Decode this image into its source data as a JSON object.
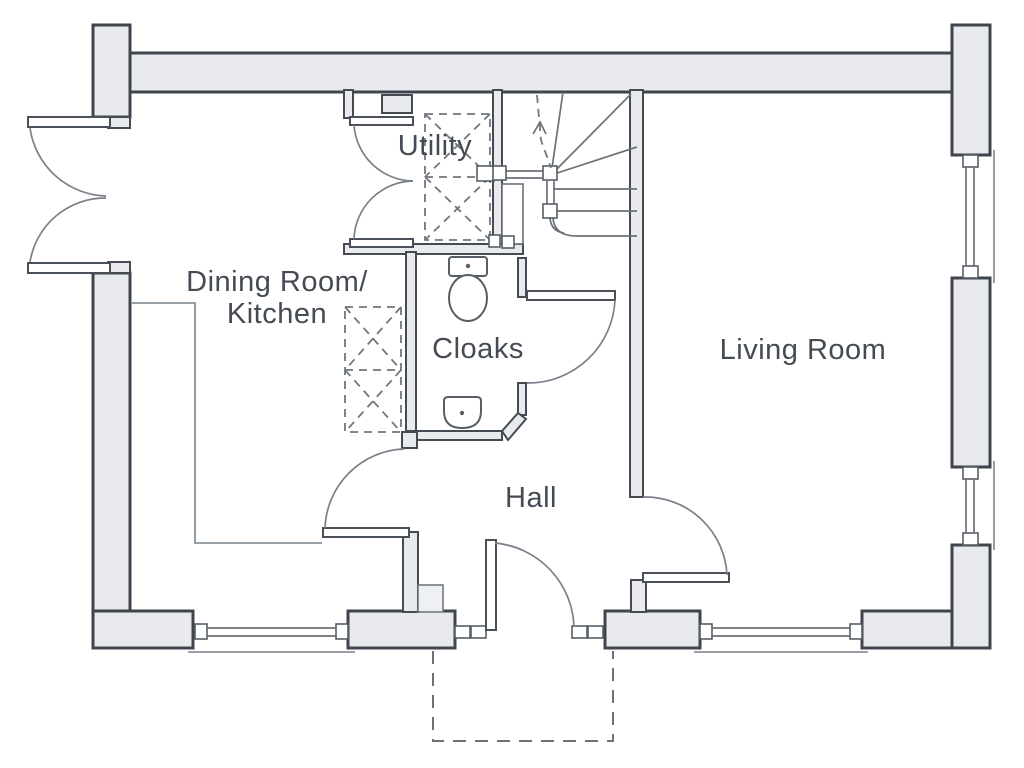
{
  "rooms": {
    "utility": {
      "label": "Utility"
    },
    "dining_kitchen": {
      "label_line1": "Dining Room/",
      "label_line2": "Kitchen"
    },
    "cloaks": {
      "label": "Cloaks"
    },
    "living_room": {
      "label": "Living Room"
    },
    "hall": {
      "label": "Hall"
    }
  },
  "colors": {
    "background": "#ffffff",
    "wall_fill": "#e8eaed",
    "wall_stroke": "#3f454d",
    "interior_line": "#6a7178",
    "light_line": "#8b929a",
    "door_arc": "#7a818a",
    "dashed_line": "#6f767e",
    "fixture_stroke": "#575e66",
    "text": "#454b53"
  },
  "symbols": {
    "stairs": "winder-staircase-with-up-arrow",
    "toilet": "wc-toilet",
    "basin": "hand-basin",
    "appliance_spaces": "dashed-cross-appliance-space",
    "porch": "dashed-porch-outline",
    "french_doors": "double-outward-french-doors",
    "windows": "double-glazing-line-window"
  }
}
